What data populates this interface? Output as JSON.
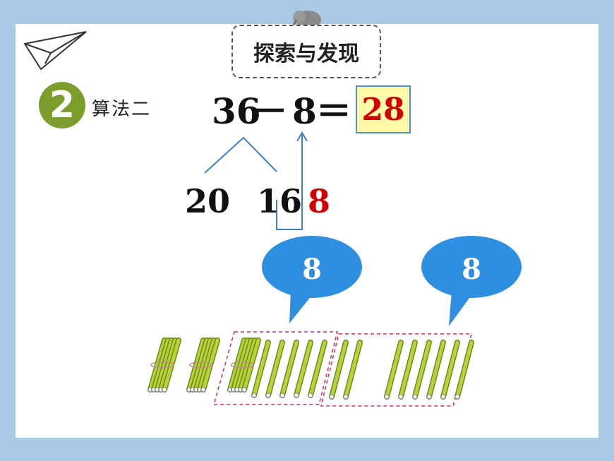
{
  "title": "探索与发现",
  "method": {
    "number": "2",
    "label": "算法二"
  },
  "equation": {
    "minuend": "36",
    "minus": "－",
    "subtrahend": "8",
    "equals": "＝",
    "answer": "28"
  },
  "split": {
    "tens": "20",
    "rest": "16",
    "taken": "8"
  },
  "bubbles": [
    {
      "text": "8"
    },
    {
      "text": "8"
    }
  ],
  "colors": {
    "frame": "#a9c9e4",
    "answer_red": "#d40000",
    "bubble": "#2e8fe0",
    "stick": "#b6d43a",
    "badge": "#7a9d2b"
  },
  "icons": [
    "paper-plane-icon",
    "elephant-icon"
  ]
}
